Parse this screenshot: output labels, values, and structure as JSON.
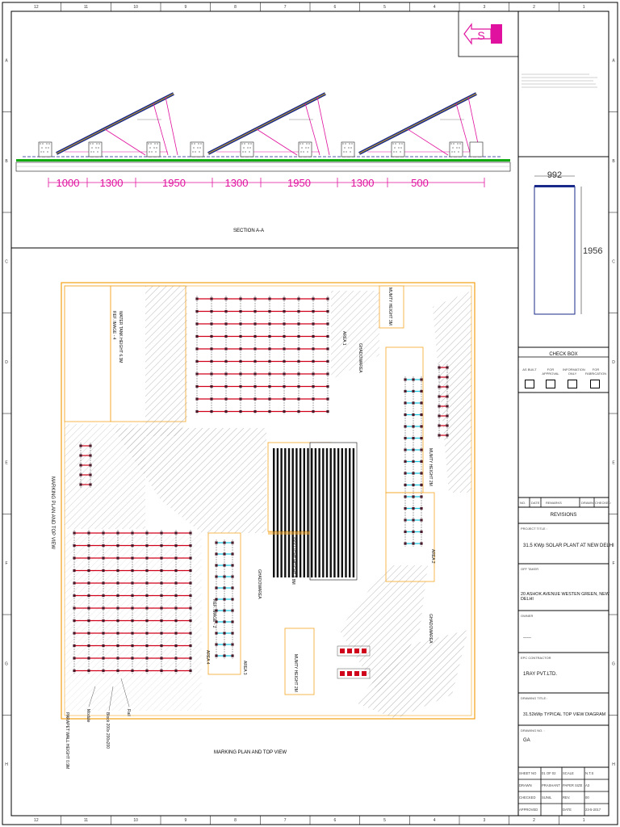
{
  "section": {
    "title": "SECTION A-A",
    "dimensions": [
      "1000",
      "1300",
      "1950",
      "1300",
      "1950",
      "1300",
      "500"
    ]
  },
  "module_detail": {
    "width": "992",
    "height": "1956"
  },
  "plan": {
    "title": "MARKING PLAN AND TOP VIEW",
    "side_title": "MARKING PLAN AND TOP VIEW",
    "labels": {
      "water_tank": "WATER TANK HEIGHT 6.3M",
      "ref_image_4": "REF. IMAGE - 4",
      "ghadowarea_1": "GHADOWAREA",
      "area_1": "AREA 1",
      "mumty_top": "MUMTY HEIGHT 3M",
      "mumty_right": "MUMTY HEIGHT 2M",
      "area_2": "AREA 2",
      "ghadowarea_right": "GHADOWAREA",
      "skylight": "SKY LIGHT HEIGHT 0.8M",
      "ghadowarea_mid": "GHADOWAREA",
      "ref_image_2": "REF. IMAGE - 2",
      "area_4": "AREA 4",
      "area_3": "AREA 3",
      "mumty_bottom": "MUMTY HEIGHT 2M",
      "module": "Module",
      "parapet": "PARAPET WALL HEIGHT 0.9M",
      "block": "Block 200x 200x200",
      "rail": "Rail"
    }
  },
  "checkbox": {
    "title": "CHECK BOX",
    "options": [
      "AS BUILT",
      "FOR APPROVAL",
      "INFORMATION ONLY",
      "FOR FABRICATION"
    ]
  },
  "revisions": {
    "headers": [
      "NO.",
      "DATE",
      "REMARKS",
      "DRAWN",
      "CHECKED"
    ],
    "title": "REVISIONS"
  },
  "titleblock": {
    "project_label": "PROJECT TITLE :",
    "project": "31.5 KWp SOLAR PLANT AT NEW DELHI",
    "offtaker_label": "OFF TAKER",
    "offtaker": "20 ASHOK AVENUE WESTEN GREEN, NEW DELHI",
    "owner_label": "OWNER",
    "owner": "------",
    "epc_label": "EPC CONTRACTOR",
    "epc": "1RAY PVT.LTD.",
    "drawing_title_label": "DRAWING TITLE :",
    "drawing_title": "31.52kWp TYPICAL TOP VIEW DIAGRAM",
    "drawing_no_label": "DRAWING NO. :",
    "drawing_no": "GA",
    "rows": [
      [
        "SHEET NO",
        "01 OF 02",
        "SCALE",
        "N.T.S"
      ],
      [
        "DRAWN",
        "PRASHANT",
        "PAPER SIZE",
        "A3"
      ],
      [
        "CHECKED",
        "SUNIL",
        "REV.",
        "00"
      ],
      [
        "APPROVED",
        "",
        "DATE",
        "23-5-2017"
      ]
    ]
  },
  "grid_numbers": [
    "12",
    "11",
    "10",
    "9",
    "8",
    "7",
    "6",
    "5",
    "4",
    "3",
    "2",
    "1"
  ],
  "grid_letters": [
    "A",
    "B",
    "C",
    "D",
    "E",
    "F",
    "G",
    "H"
  ],
  "colors": {
    "magenta": "#e0119e",
    "orange": "#f5a623",
    "red": "#d0021b",
    "cyan": "#1ec8e0",
    "green": "#11aa11",
    "navy": "#1a2a8a",
    "hatch": "#9a9a9a"
  }
}
